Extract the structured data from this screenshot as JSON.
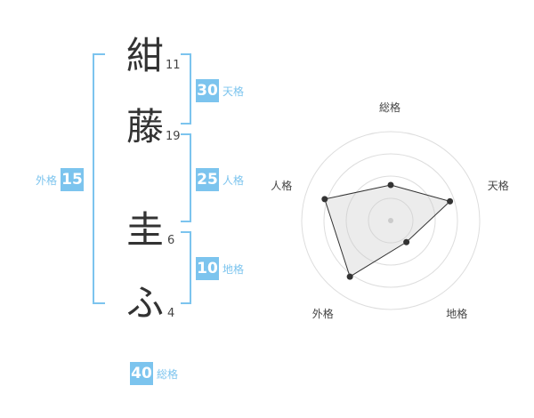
{
  "name": {
    "chars": [
      {
        "char": "紺",
        "strokes": "11"
      },
      {
        "char": "藤",
        "strokes": "19"
      },
      {
        "char": "圭",
        "strokes": "6"
      },
      {
        "char": "ふ",
        "strokes": "4"
      }
    ]
  },
  "scores": {
    "tenkaku": {
      "value": "30",
      "label": "天格"
    },
    "jinkaku": {
      "value": "25",
      "label": "人格"
    },
    "chikaku": {
      "value": "10",
      "label": "地格"
    },
    "gaikaku": {
      "value": "15",
      "label": "外格"
    },
    "soukaku": {
      "value": "40",
      "label": "総格"
    }
  },
  "colors": {
    "accent": "#7cc4ee",
    "text": "#333333"
  },
  "chart_data": {
    "type": "radar",
    "axes": [
      "総格",
      "天格",
      "地格",
      "外格",
      "人格"
    ],
    "values": [
      0.4,
      0.7,
      0.3,
      0.78,
      0.78
    ],
    "rings": 4,
    "max": 1
  }
}
